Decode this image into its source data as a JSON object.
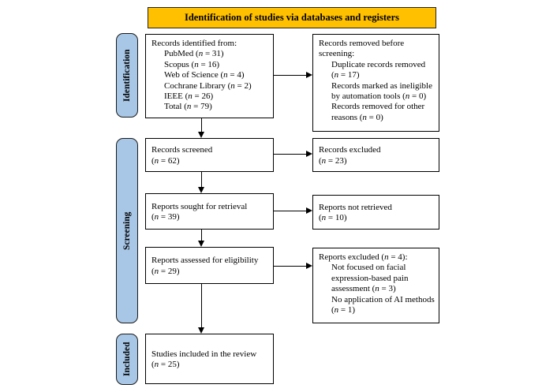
{
  "title": "Identification of studies via databases and registers",
  "colors": {
    "banner": "#FFC000",
    "stage_label": "#A8C7E6",
    "box_border": "#000000",
    "box_fill": "#FFFFFF"
  },
  "stages": {
    "identification": "Identification",
    "screening": "Screening",
    "included": "Included"
  },
  "boxes": {
    "records_identified": {
      "heading": "Records identified from:",
      "items": [
        "PubMed (n = 31)",
        "Scopus (n = 16)",
        "Web of Science (n = 4)",
        "Cochrane Library (n = 2)",
        "IEEE (n = 26)",
        "Total (n = 79)"
      ]
    },
    "records_removed": {
      "heading": "Records removed before screening:",
      "items": [
        "Duplicate records removed (n = 17)",
        "Records marked as ineligible by automation tools (n = 0)",
        "Records removed for other reasons (n = 0)"
      ]
    },
    "records_screened": {
      "line1": "Records screened",
      "line2": "(n = 62)"
    },
    "records_excluded": {
      "line1": "Records excluded",
      "line2": "(n = 23)"
    },
    "reports_sought": {
      "line1": "Reports sought for retrieval",
      "line2": "(n = 39)"
    },
    "reports_not_retrieved": {
      "line1": "Reports not retrieved",
      "line2": "(n = 10)"
    },
    "reports_assessed": {
      "line1": "Reports assessed for eligibility",
      "line2": "(n = 29)"
    },
    "reports_excluded": {
      "heading": "Reports excluded (n = 4):",
      "items": [
        "Not focused on facial expression-based pain assessment (n = 3)",
        "No application of AI methods (n = 1)"
      ]
    },
    "studies_included": {
      "line1": "Studies included in the review",
      "line2": "(n = 25)"
    }
  }
}
